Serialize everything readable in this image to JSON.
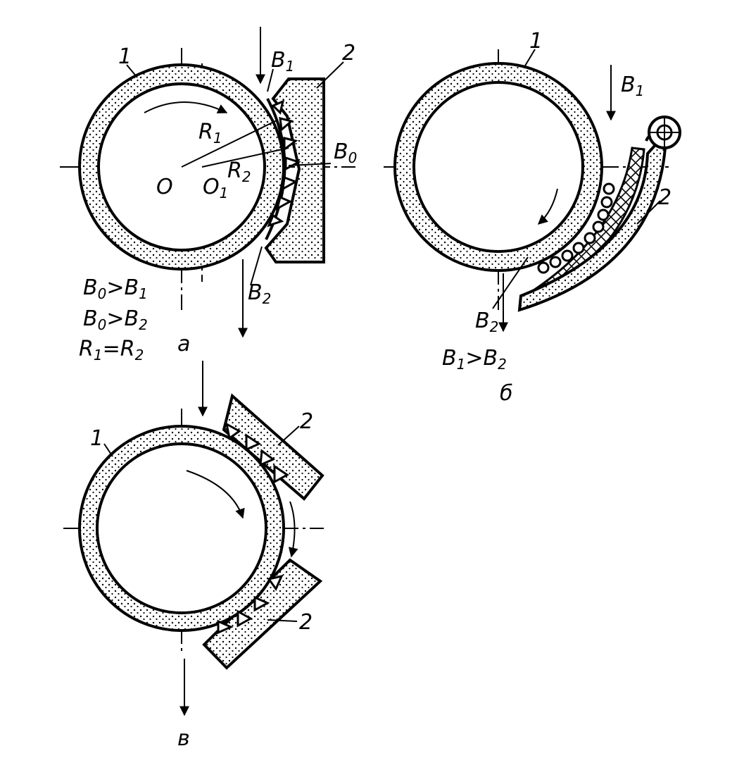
{
  "labels": {
    "wheel": "1",
    "shoe": "2",
    "v1": "B",
    "v1_sub": "1",
    "v0": "B",
    "v0_sub": "0",
    "v2": "B",
    "v2_sub": "2",
    "r1": "R",
    "r1_sub": "1",
    "r2": "R",
    "r2_sub": "2",
    "center_o": "O",
    "center_o1": "O",
    "center_o1_sub": "1"
  },
  "conditions_a": [
    {
      "l": "B",
      "ls": "0",
      "op": ">",
      "r": "B",
      "rs": "1"
    },
    {
      "l": "B",
      "ls": "0",
      "op": ">",
      "r": "B",
      "rs": "2"
    },
    {
      "l": "R",
      "ls": "1",
      "op": "=",
      "r": "R",
      "rs": "2"
    }
  ],
  "condition_b": {
    "l": "B",
    "ls": "1",
    "op": ">",
    "r": "B",
    "rs": "2"
  },
  "captions": {
    "a": "а",
    "b": "б",
    "v": "в"
  }
}
